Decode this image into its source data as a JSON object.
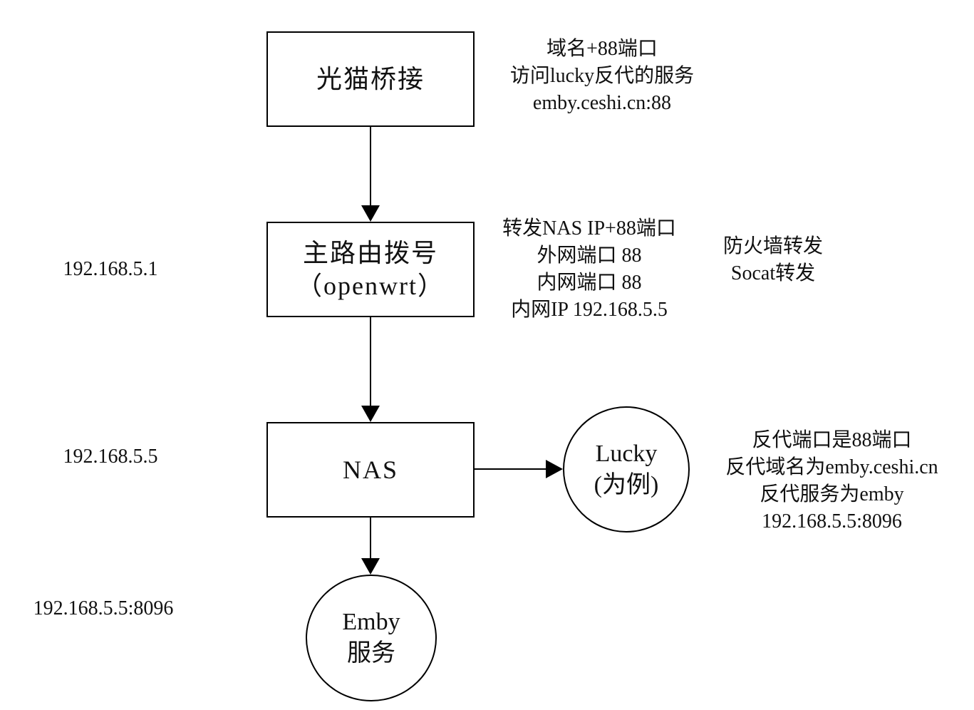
{
  "diagram": {
    "nodes": {
      "modem": {
        "label": "光猫桥接"
      },
      "router": {
        "line1": "主路由拨号",
        "line2": "（openwrt）"
      },
      "nas": {
        "label": "NAS"
      },
      "lucky": {
        "line1": "Lucky",
        "line2": "(为例)"
      },
      "emby": {
        "line1": "Emby",
        "line2": "服务"
      }
    },
    "side_labels": {
      "router_ip": "192.168.5.1",
      "nas_ip": "192.168.5.5",
      "emby_addr": "192.168.5.5:8096"
    },
    "annotations": {
      "domain_access": [
        "域名+88端口",
        "访问lucky反代的服务",
        "emby.ceshi.cn:88"
      ],
      "router_forward": [
        "转发NAS IP+88端口",
        "外网端口 88",
        "内网端口 88",
        "内网IP 192.168.5.5"
      ],
      "forward_methods": [
        "防火墙转发",
        "Socat转发"
      ],
      "lucky_proxy": [
        "反代端口是88端口",
        "反代域名为emby.ceshi.cn",
        "反代服务为emby",
        "192.168.5.5:8096"
      ]
    },
    "colors": {
      "stroke": "#000000",
      "background": "#ffffff"
    }
  }
}
